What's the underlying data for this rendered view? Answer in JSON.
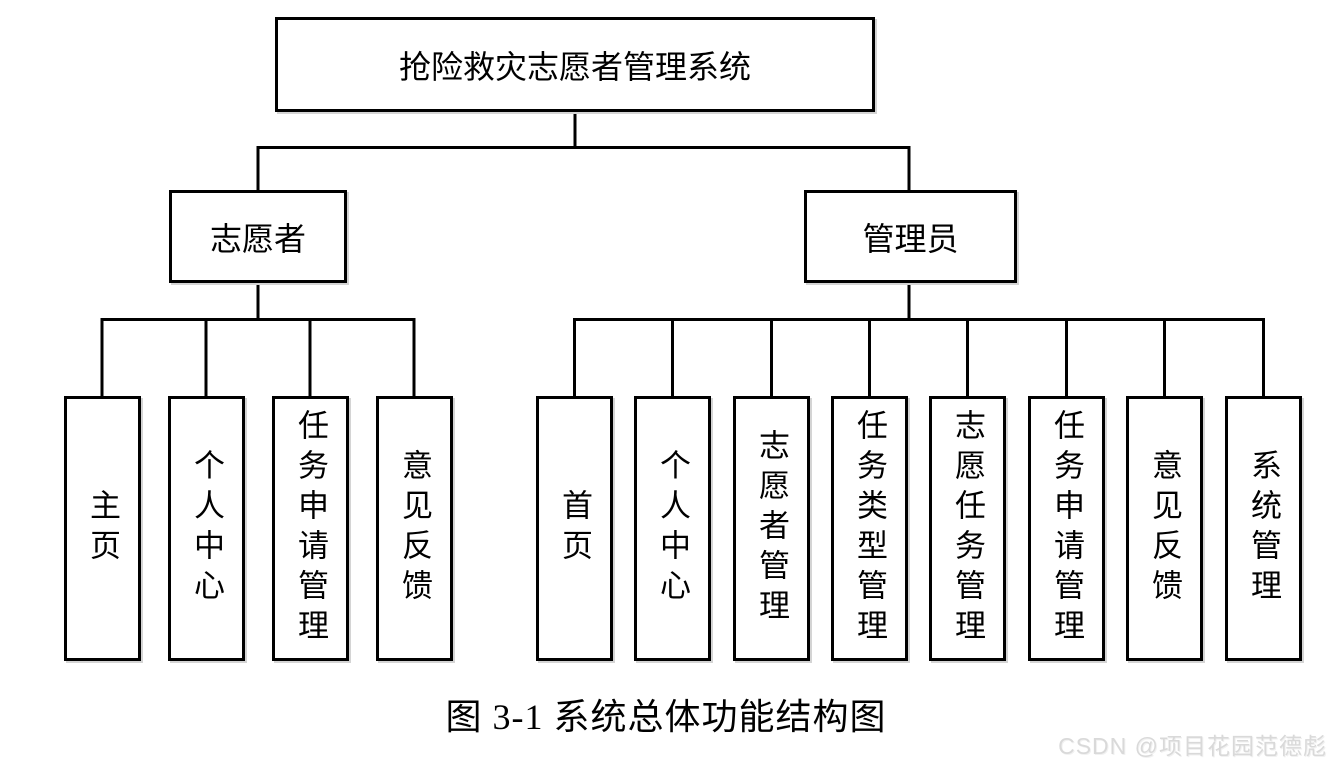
{
  "diagram": {
    "root_label": "抢险救灾志愿者管理系统",
    "branches": [
      {
        "label": "志愿者",
        "children": [
          "主页",
          "个人中心",
          "任务申请管理",
          "意见反馈"
        ]
      },
      {
        "label": "管理员",
        "children": [
          "首页",
          "个人中心",
          "志愿者管理",
          "任务类型管理",
          "志愿任务管理",
          "任务申请管理",
          "意见反馈",
          "系统管理"
        ]
      }
    ],
    "caption": "图 3-1 系统总体功能结构图",
    "watermark": "CSDN @项目花园范德彪",
    "colors": {
      "line": "#000000",
      "box_border": "#000000",
      "box_fill": "#ffffff",
      "text": "#000000",
      "watermark": "#d9d9d9",
      "background": "#ffffff"
    }
  }
}
